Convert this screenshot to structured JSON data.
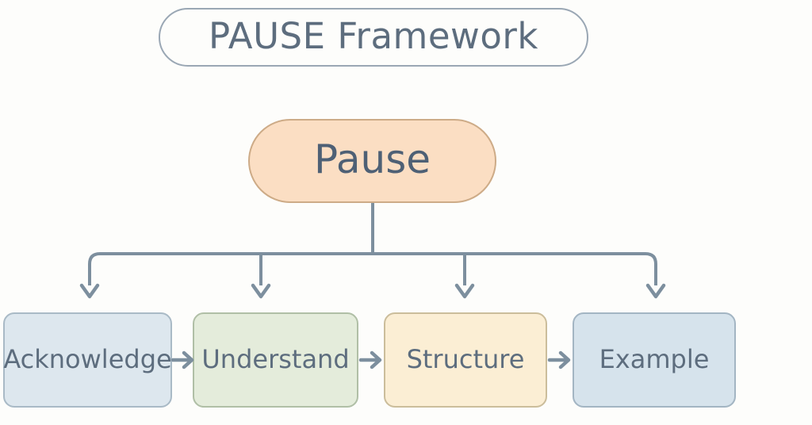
{
  "diagram": {
    "title": "PAUSE Framework",
    "background_color": "#fdfdfb",
    "text_color": "#5d6d7e",
    "connector_color": "#7d8f9e",
    "root": {
      "label": "Pause",
      "fill": "#fbdec3",
      "stroke": "#cdab87"
    },
    "steps": [
      {
        "label": "Acknowledge",
        "fill": "#dde7ee",
        "stroke": "#a9bac6"
      },
      {
        "label": "Understand",
        "fill": "#e4ecdb",
        "stroke": "#b0bfa6"
      },
      {
        "label": "Structure",
        "fill": "#fbeed4",
        "stroke": "#cbbd9b"
      },
      {
        "label": "Example",
        "fill": "#d6e3ec",
        "stroke": "#a3b5c3"
      }
    ],
    "chain_arrows": [
      "arrow-right-icon",
      "arrow-right-icon",
      "arrow-right-icon"
    ],
    "tree_arrows": [
      "arrow-down-icon",
      "arrow-down-icon",
      "arrow-down-icon",
      "arrow-down-icon"
    ]
  }
}
